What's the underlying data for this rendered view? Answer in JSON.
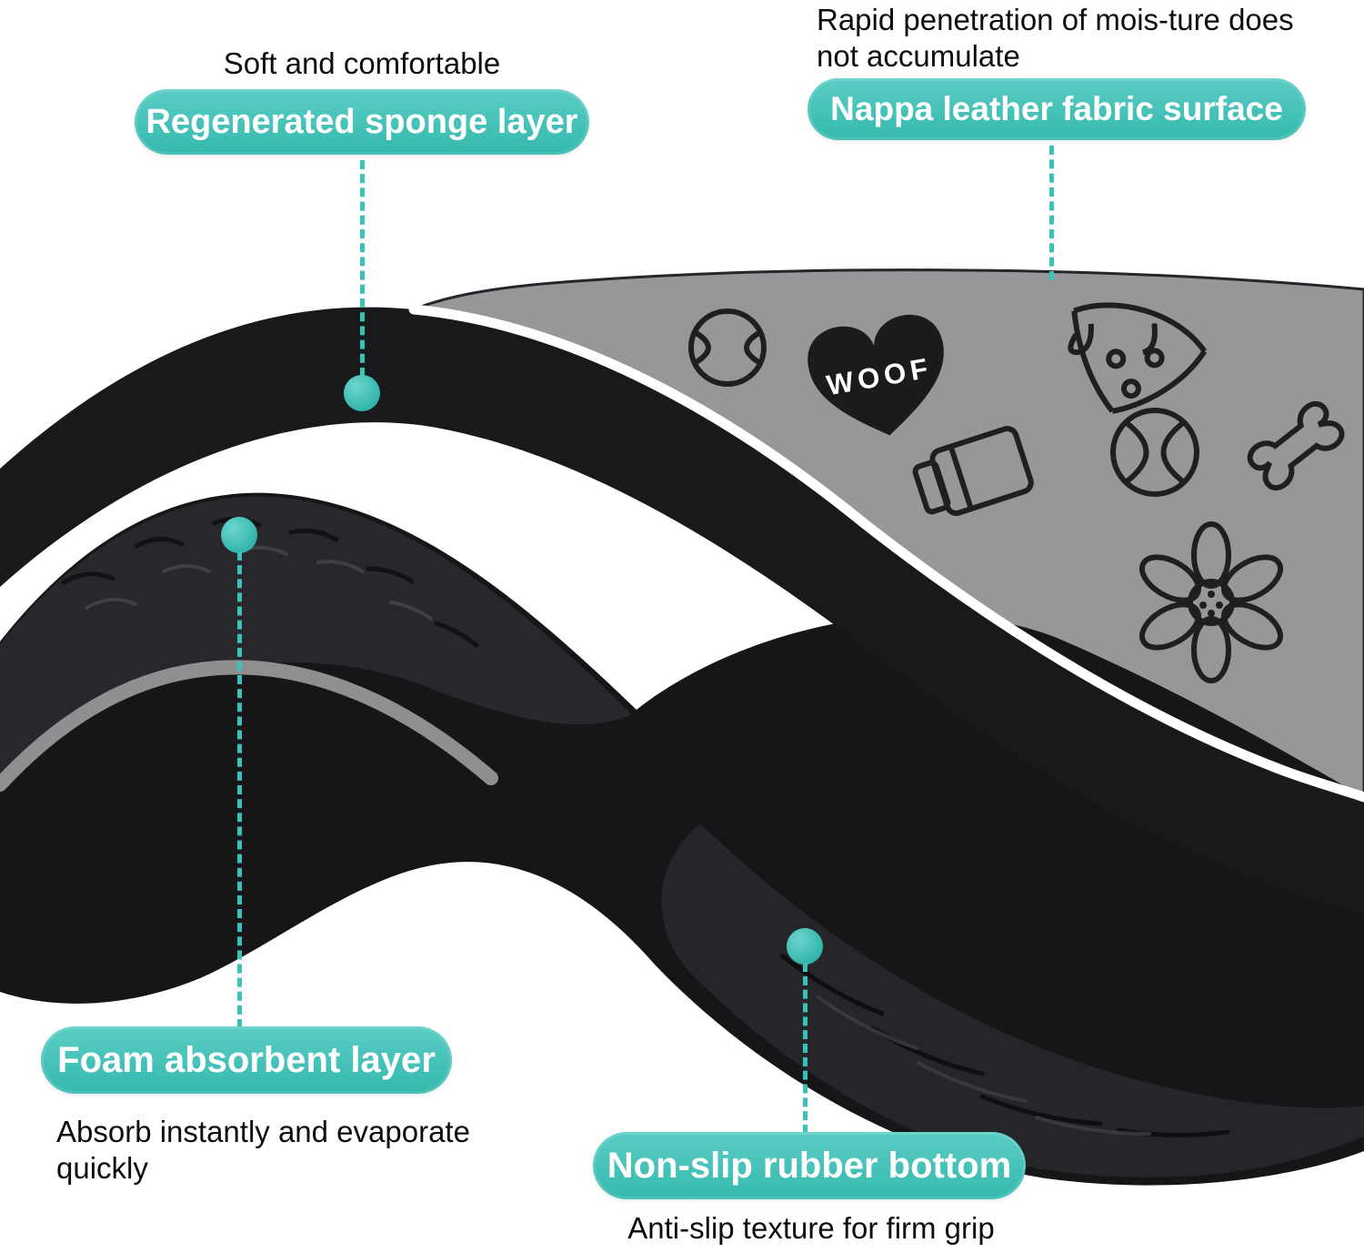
{
  "colors": {
    "accent_teal": "#39c2b8",
    "pill_gradient_top": "#5acdc4",
    "pill_gradient_bottom": "#35b9ae",
    "mat_black": "#1a1a1c",
    "surface_gray": "#97979a",
    "edge_trim_white": "#ffffff"
  },
  "callouts": {
    "sponge": {
      "caption": "Soft and comfortable",
      "label": "Regenerated sponge layer"
    },
    "surface": {
      "caption_line1": "Rapid penetration of mois-ture does",
      "caption_line2": "not accumulate",
      "label": "Nappa leather fabric surface"
    },
    "foam": {
      "label": "Foam absorbent layer",
      "caption_line1": "Absorb instantly and evaporate",
      "caption_line2": "quickly"
    },
    "rubber": {
      "label": "Non-slip rubber bottom",
      "caption": "Anti-slip texture for firm grip"
    }
  },
  "mat": {
    "heart_text": "WOOF"
  }
}
